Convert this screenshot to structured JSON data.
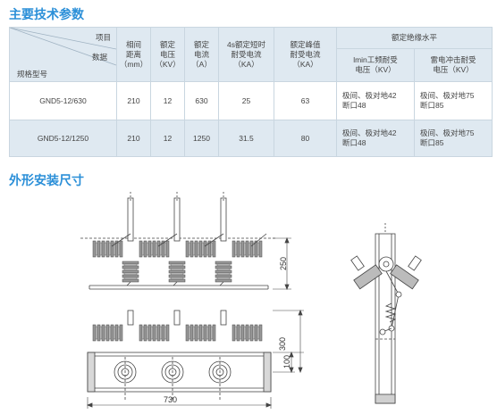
{
  "sections": {
    "specs_title": "主要技术参数",
    "dimensions_title": "外形安装尺寸"
  },
  "table": {
    "corner": {
      "item": "项目",
      "data": "数据",
      "model": "规格型号"
    },
    "headers": {
      "phase_distance": "相间\n距离\n（mm）",
      "rated_voltage": "额定\n电压\n（KV）",
      "rated_current": "额定\n电流\n（A）",
      "short_time_current": "4s额定短时\n耐受电流\n（KA）",
      "peak_current": "额定峰值\n耐受电流\n（KA）",
      "insulation": "额定绝缘水平",
      "power_freq": "lmin工频耐受\n电压（KV）",
      "lightning": "雷电冲击耐受\n电压（KV）"
    },
    "rows": [
      {
        "model": "GND5-12/630",
        "phase_distance": "210",
        "rated_voltage": "12",
        "rated_current": "630",
        "short_time_current": "25",
        "peak_current": "63",
        "power_freq": "极间、极对地42\n断口48",
        "lightning": "极间、极对地75\n断口85"
      },
      {
        "model": "GND5-12/1250",
        "phase_distance": "210",
        "rated_voltage": "12",
        "rated_current": "1250",
        "short_time_current": "31.5",
        "peak_current": "80",
        "power_freq": "极间、极对地42\n断口48",
        "lightning": "极间、极对地75\n断口85"
      }
    ]
  },
  "dimensions": {
    "height_250": "250",
    "height_300": "300",
    "height_100": "100",
    "width_730": "730"
  },
  "colors": {
    "title_blue": "#2b8fd8",
    "header_bg": "#dfe9f1",
    "line": "#444444",
    "insulator_fill": "#9a9a9a"
  }
}
